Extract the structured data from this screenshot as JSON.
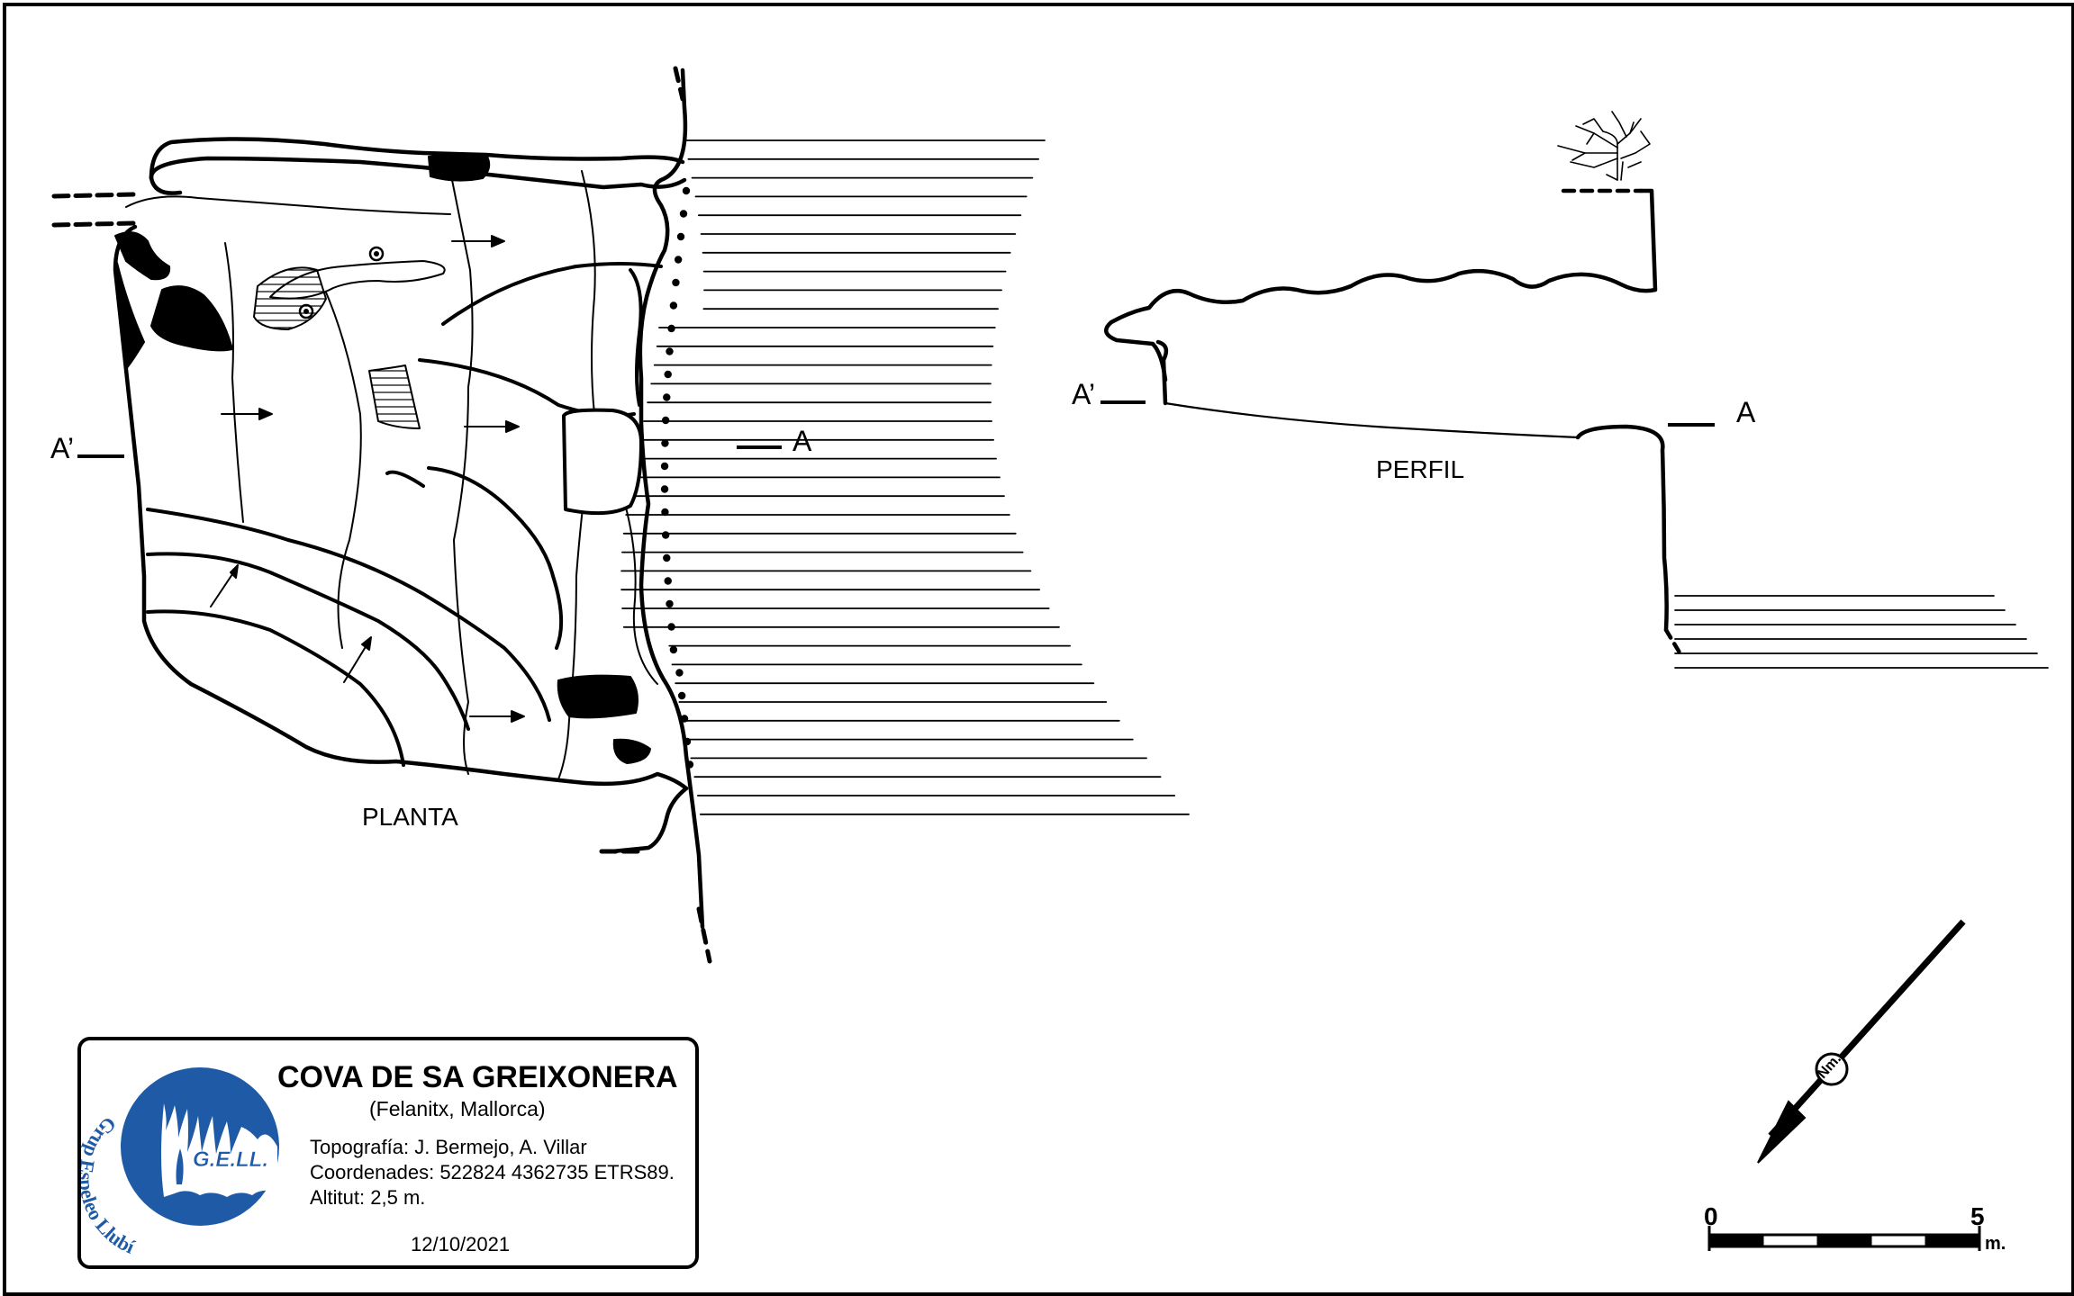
{
  "cave": {
    "name": "COVA DE SA GREIXONERA",
    "location": "(Felanitx, Mallorca)",
    "surveyors": "Topografía: J. Bermejo, A. Villar",
    "coordinates": "Coordenades: 522824 4362735 ETRS89.",
    "altitude": "Altitut: 2,5 m.",
    "date": "12/10/2021"
  },
  "logo": {
    "club_text": "Grup Espeleo Llubí",
    "acronym": "G.E.LL.",
    "color": "#1f5aa6"
  },
  "views": {
    "plan_label": "PLANTA",
    "profile_label": "PERFIL"
  },
  "section_marks": {
    "plan_left": "A’",
    "plan_right": "A",
    "profile_left": "A’",
    "profile_right": "A"
  },
  "north_arrow": {
    "label": "Nm."
  },
  "scale_bar": {
    "start": "0",
    "end": "5",
    "unit": "m."
  }
}
